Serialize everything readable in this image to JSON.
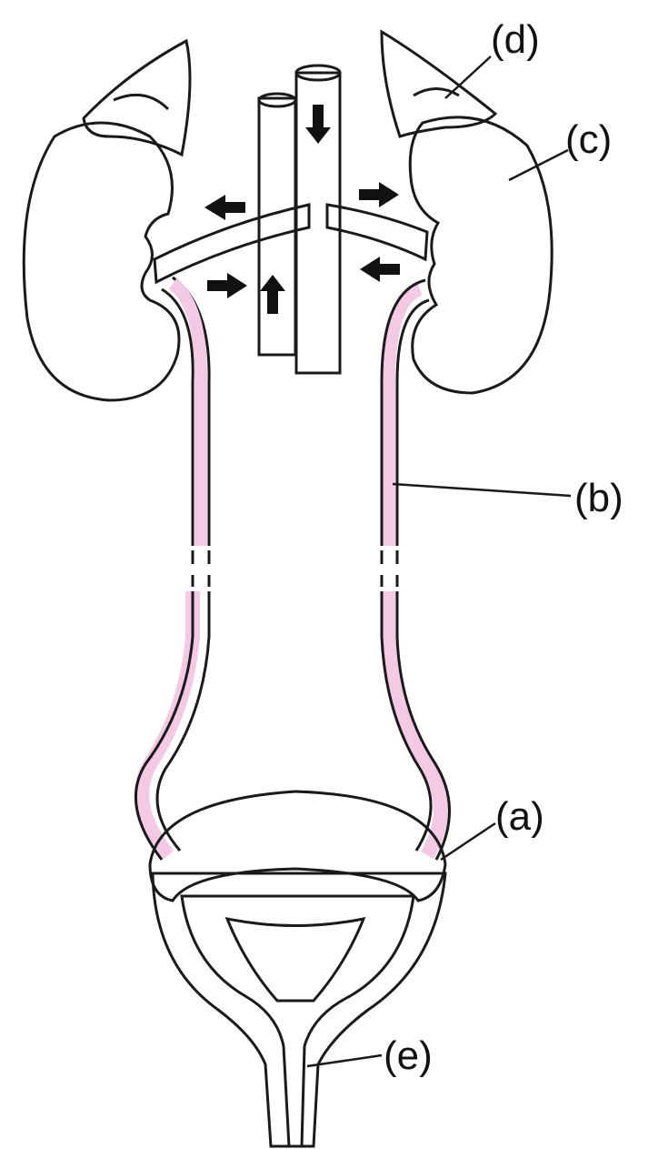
{
  "diagram": {
    "type": "labelled-anatomy-diagram",
    "labels": {
      "a": "(a)",
      "b": "(b)",
      "c": "(c)",
      "d": "(d)",
      "e": "(e)"
    }
  },
  "colors": {
    "kidney_fill": "#f4d8ec",
    "kidney_dots": "#5a1a3a",
    "adrenal_fill": "#f2e2cc",
    "vessel_fill": "#dfe8e2",
    "ureter_fill": "#f3c9e4",
    "bladder_wall": "#8e2a55",
    "bladder_inner": "#ee9fd0",
    "speckle_fill": "#dde6dc",
    "arrow": "#111111"
  }
}
